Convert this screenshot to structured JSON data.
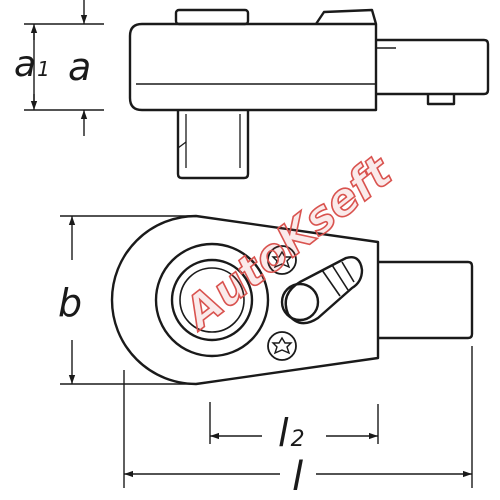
{
  "labels": {
    "a1": "a",
    "a1_sub": "1",
    "a": "a",
    "b": "b",
    "l2": "l",
    "l2_sub": "2",
    "l": "l"
  },
  "watermark": {
    "text": "AutoKseft",
    "color": "#d9534f"
  },
  "colors": {
    "line": "#1a1a1a",
    "background": "#ffffff"
  }
}
